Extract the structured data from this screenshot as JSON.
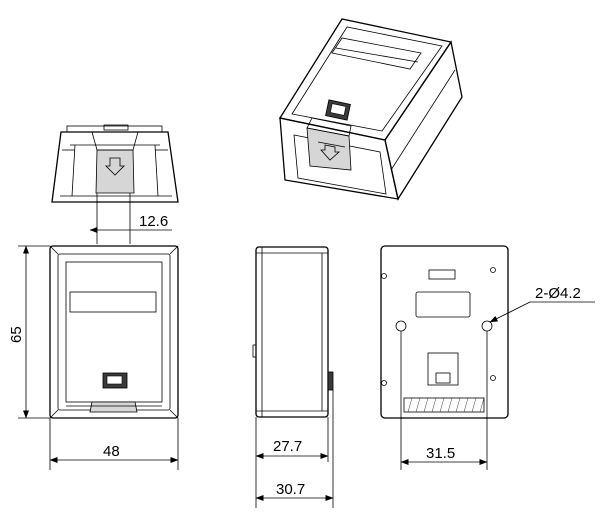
{
  "dimensions": {
    "slot_width": "12.6",
    "height": "65",
    "width": "48",
    "depth_body": "27.7",
    "depth_total": "30.7",
    "hole_spacing": "31.5",
    "hole_callout": "2-Ø4.2"
  }
}
